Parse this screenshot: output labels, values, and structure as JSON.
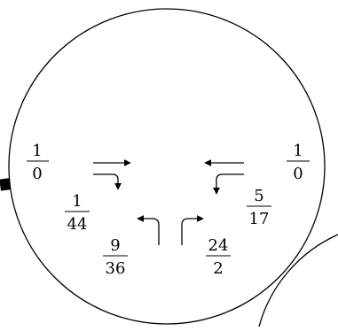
{
  "labels": {
    "left_edge": {
      "num": "1",
      "den": "0"
    },
    "right_edge": {
      "num": "1",
      "den": "0"
    },
    "left_mid": {
      "num": "1",
      "den": "44"
    },
    "right_mid": {
      "num": "5",
      "den": "17"
    },
    "bottom_left": {
      "num": "9",
      "den": "36"
    },
    "bottom_right": {
      "num": "24",
      "den": "2"
    }
  },
  "colors": {
    "line": "#000000",
    "background": "#ffffff",
    "tab": "#000000"
  }
}
